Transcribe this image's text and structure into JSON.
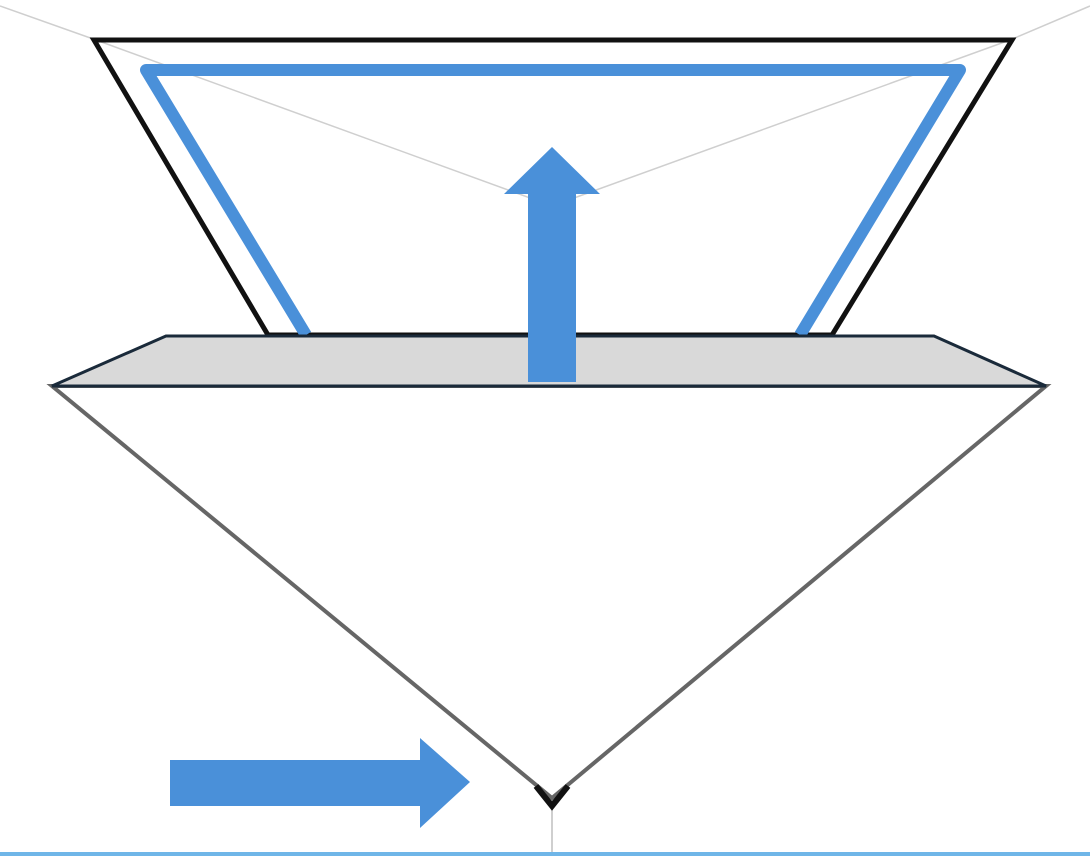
{
  "diagram": {
    "colors": {
      "background": "#ffffff",
      "accent_blue": "#4a90d9",
      "outline_black": "#111111",
      "panel_fill": "#d9d9d9",
      "funnel_stroke": "#666666",
      "thin_line": "#cccccc",
      "bottom_rule": "#6fb6e8"
    },
    "elements": {
      "upper_frame": "trapezoid-outline",
      "inner_frame": "blue-trapezoid-outline",
      "platform": "grey-shelf",
      "funnel": "inverted-triangle",
      "up_arrow": "arrow-up",
      "right_arrow": "arrow-right"
    }
  }
}
